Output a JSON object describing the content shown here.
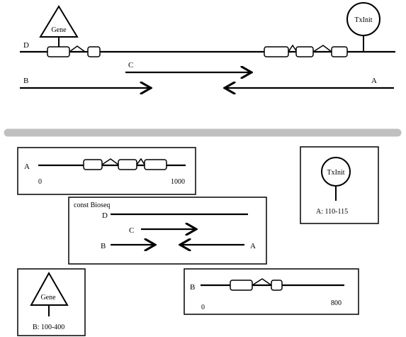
{
  "top": {
    "seq_d_label": "D",
    "seq_b_label": "B",
    "seq_c_label": "C",
    "seq_a_label": "A",
    "gene_feature_label": "Gene",
    "txinit_feature_label": "TxInit"
  },
  "boxes": {
    "a_box": {
      "seq_label": "A",
      "start": "0",
      "end": "1000"
    },
    "txinit_box": {
      "feature_label": "TxInit",
      "location": "A: 110-115"
    },
    "const_box": {
      "title": "const Bioseq",
      "d_label": "D",
      "c_label": "C",
      "b_label": "B",
      "a_label": "A"
    },
    "gene_box": {
      "feature_label": "Gene",
      "location": "B: 100-400"
    },
    "b_box": {
      "seq_label": "B",
      "start": "0",
      "end": "800"
    }
  },
  "colors": {
    "separator": "#c0c0c0",
    "line": "#000000",
    "background": "#ffffff"
  }
}
